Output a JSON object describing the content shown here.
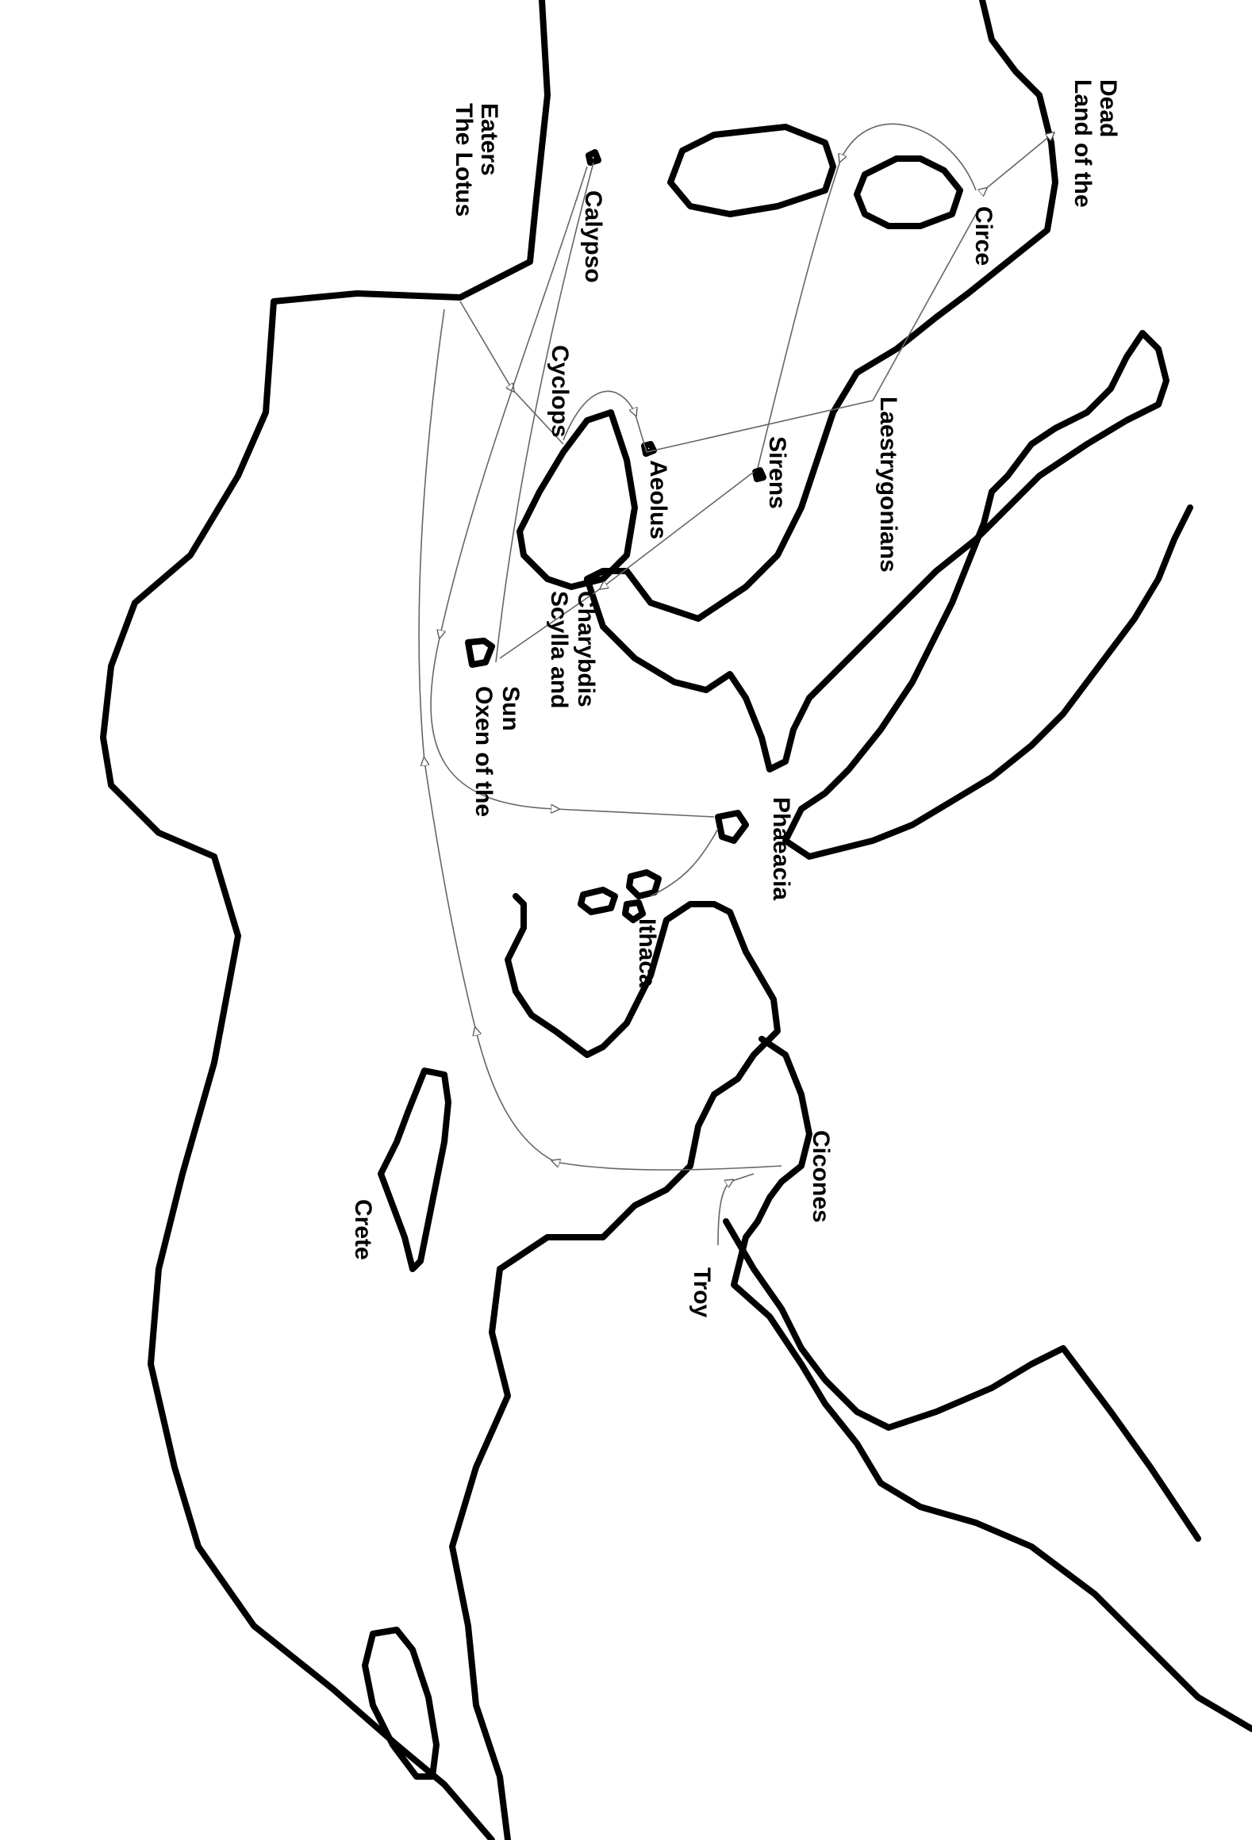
{
  "map": {
    "places": {
      "land_of_the_dead": [
        "Land of the",
        "Dead"
      ],
      "the_lotus_eaters": [
        "The Lotus",
        "Eaters"
      ],
      "calypso": "Calypso",
      "circe": "Circe",
      "cyclops": "Cyclops",
      "laestrygonians": "Laestrygonians",
      "aeolus": "Aeolus",
      "sirens": "Sirens",
      "scylla_and_charybdis": [
        "Scylla and",
        "Charybdis"
      ],
      "oxen_of_the_sun": [
        "Oxen of the",
        "Sun"
      ],
      "phaeacia": "Phaeacia",
      "ithaca": "Ithaca",
      "ciconles": "Cicones",
      "crete": "Crete",
      "troy": "Troy"
    }
  }
}
